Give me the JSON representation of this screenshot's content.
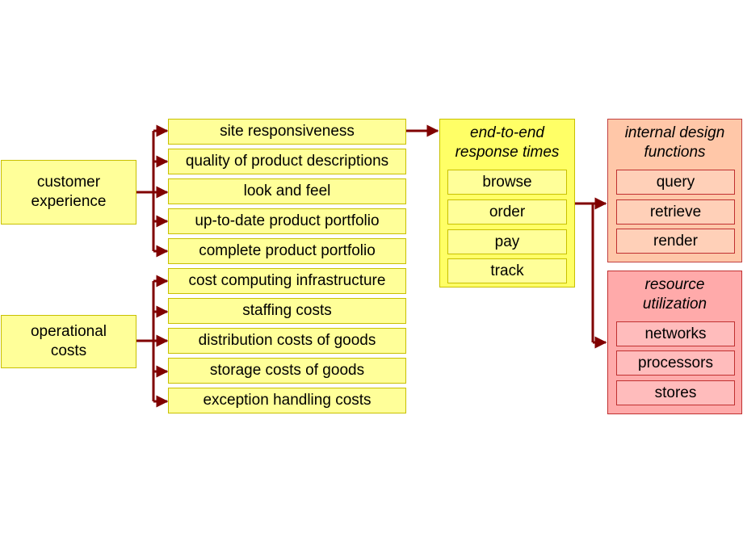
{
  "customer_experience": {
    "label": "customer\nexperience",
    "items": [
      "site responsiveness",
      "quality of product descriptions",
      "look and feel",
      "up-to-date product portfolio",
      "complete product portfolio"
    ]
  },
  "operational_costs": {
    "label": "operational\ncosts",
    "items": [
      "cost computing infrastructure",
      "staffing costs",
      "distribution costs of goods",
      "storage costs of goods",
      "exception handling costs"
    ]
  },
  "response_times": {
    "title": "end-to-end\nresponse times",
    "items": [
      "browse",
      "order",
      "pay",
      "track"
    ]
  },
  "internal_design": {
    "title": "internal design\nfunctions",
    "items": [
      "query",
      "retrieve",
      "render"
    ]
  },
  "resource_utilization": {
    "title": "resource\nutilization",
    "items": [
      "networks",
      "processors",
      "stores"
    ]
  },
  "colors": {
    "arrow": "#800000",
    "yellow": "#ffff99",
    "salmon": "#ffc7a8",
    "pink": "#ffaaaa"
  }
}
